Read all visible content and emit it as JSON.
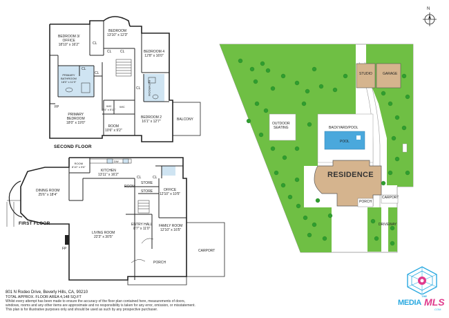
{
  "compass": {
    "north": "N"
  },
  "second_floor": {
    "title": "SECOND FLOOR",
    "rooms": {
      "bedroom3_name": "BEDROOM 3/\nOFFICE",
      "bedroom3_dim": "18'10\" x 16'2\"",
      "bedroom_name": "BEDROOM",
      "bedroom_dim": "13'10\" x 12'3\"",
      "bedroom4_name": "BEDROOM 4",
      "bedroom4_dim": "12'8\" x 16'0\"",
      "primary_bath_name": "PRIMARY\nBATHROOM",
      "primary_bath_dim": "18'0\" x 11'9\"",
      "bathroom_vertical": "BATHROOM",
      "primary_bed_name": "PRIMARY\nBEDROOM",
      "primary_bed_dim": "18'0\" x 19'0\"",
      "wic1_name": "WIC",
      "wic1_dim": "7'4\" x 5'11\"",
      "wic2_name": "WIC",
      "room_name": "ROOM",
      "room_dim": "10'6\" x 9'2\"",
      "bedroom2_name": "BEDROOM 2",
      "bedroom2_dim": "16'1\" x 12'7\"",
      "balcony": "BALCONY",
      "fp": "FP",
      "cl": "CL"
    }
  },
  "first_floor": {
    "title": "FIRST FLOOR",
    "rooms": {
      "room_small_name": "ROOM",
      "room_small_dim": "8'10\" x 5'6\"",
      "dw": "DW",
      "kitchen_name": "KITCHEN",
      "kitchen_dim": "13'11\" x 16'2\"",
      "dining_name": "DINING ROOM",
      "dining_dim": "25'6\" x 18'4\"",
      "room_name": "ROOM",
      "store1": "STORE",
      "store2": "STORE",
      "office_name": "OFFICE",
      "office_dim": "12'10\" x 10'5\"",
      "living_name": "LIVING ROOM",
      "living_dim": "22'3\" x 30'5\"",
      "entry_name": "ENTRY HALL",
      "entry_dim": "8'7\" x 11'0\"",
      "family_name": "FAMILY ROOM",
      "family_dim": "12'10\" x 16'5\"",
      "carport": "CARPORT",
      "porch": "PORCH",
      "fp": "FP",
      "cl": "CL"
    }
  },
  "site_plan": {
    "studio": "STUDIO",
    "garage": "GARAGE",
    "outdoor_seating": "OUTDOOR\nSEATING",
    "backyard_pool": "BACKYARD/POOL",
    "pool": "POOL",
    "residence": "RESIDENCE",
    "porch": "PORCH",
    "carport": "CARPORT",
    "driveway": "DRIVEWAY"
  },
  "footer": {
    "address": "801 N Rodeo Drive, Beverly Hills, CA, 90210",
    "area": "TOTAL APPROX. FLOOR AREA 4,148 SQ.FT",
    "disclaimer_1": "Whilst every attempt has been made to ensure the accuracy of the floor plan contained here, measurements of doors,",
    "disclaimer_2": "windows, rooms and any other items are approximate and no responsibility is taken for any error, omission, or misstatement.",
    "disclaimer_3": "This plan is for illustrative purposes only and should be used as such by any prospective purchaser."
  },
  "logo": {
    "text_media": "MEDIA",
    "text_mls": "MLS",
    "text_the": "THE",
    "text_com": ".COM"
  },
  "colors": {
    "wall": "#222222",
    "grass": "#6fbf44",
    "tree": "#2f9e2f",
    "building": "#d5b48e",
    "bath_blue": "#cfe4f2",
    "pool": "#4aa8dc",
    "logo_blue": "#2aa9e0",
    "logo_pink": "#e03a8c"
  }
}
